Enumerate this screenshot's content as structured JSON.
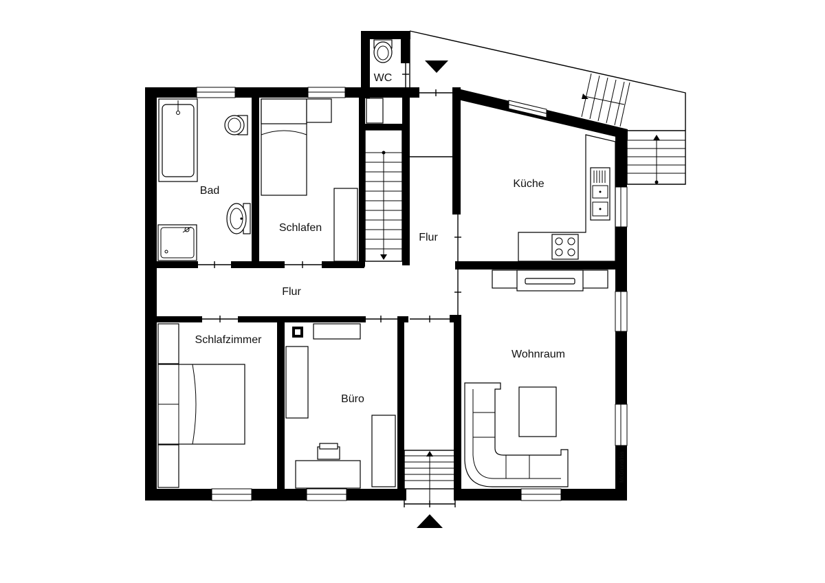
{
  "rooms": {
    "wc": "WC",
    "bad": "Bad",
    "schlafen": "Schlafen",
    "flur_upper": "Flur",
    "kueche": "Küche",
    "flur_main": "Flur",
    "schlafzimmer": "Schlafzimmer",
    "buero": "Büro",
    "wohnraum": "Wohnraum"
  },
  "credit": "McGrundriss",
  "colors": {
    "wall": "#000000",
    "background": "#ffffff"
  }
}
